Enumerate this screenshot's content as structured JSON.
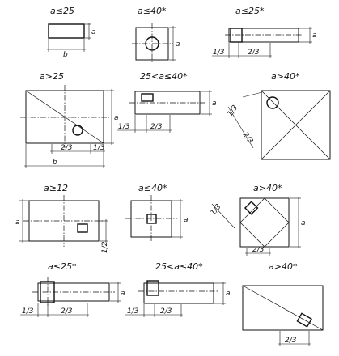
{
  "conditions": {
    "c1": "a≤25",
    "c2": "a≤40*",
    "c3": "a≤25*",
    "c4": "a>25",
    "c5": "25<a≤40*",
    "c6": "a>40*",
    "c7": "a≥12",
    "c8": "a≤40*",
    "c9": "a>40*",
    "c10": "a≤25*",
    "c11": "25<a≤40*",
    "c12": "a>40*"
  },
  "dims": {
    "a": "a",
    "b": "b",
    "third": "1/3",
    "two_thirds": "2/3",
    "half": "1/2"
  }
}
